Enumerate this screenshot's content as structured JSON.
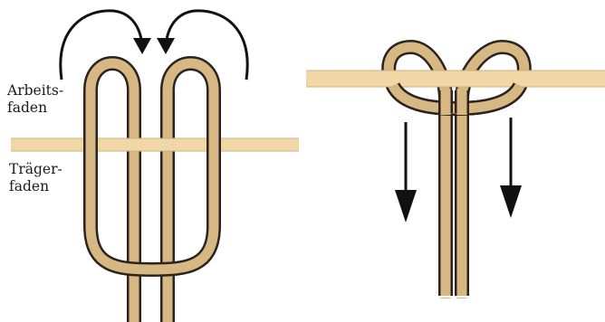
{
  "labels": {
    "working_cord": {
      "line1": "Arbeits-",
      "line2": "faden"
    },
    "holding_cord": {
      "line1": "Träger-",
      "line2": "faden"
    }
  },
  "colors": {
    "cord_fill": "#d8b882",
    "cord_outline": "#2a2420",
    "holding_cord_fill": "#f1d6a6",
    "arrow": "#111111",
    "background": "#ffffff"
  }
}
